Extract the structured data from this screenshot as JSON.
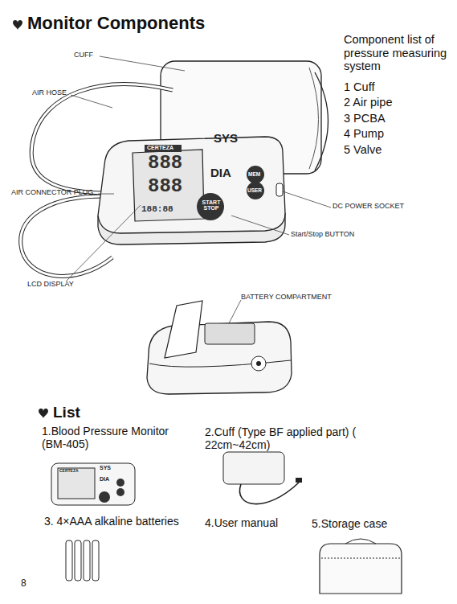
{
  "diagram": {
    "title": "Monitor Components",
    "labels": [
      "CUFF",
      "AIR HOSE",
      "AIR CONNECTOR PLUG",
      "LCD DISPLAY",
      "DC POWER SOCKET",
      "Start/Stop BUTTON",
      "BATTERY COMPARTMENT",
      "Component list of pressure measuring system",
      "1 Cuff",
      "2 Air pipe",
      "3 PCBA",
      "4 Pump",
      "5 Valve",
      "CERTEZA",
      "SYS",
      "DIA",
      "MEM",
      "USER",
      "START STOP",
      "888",
      "888",
      "188:88",
      "List",
      "1.Blood Pressure Monitor (BM-405)",
      "CERTEZA",
      "SYS",
      "DIA",
      "2.Cuff (Type BF applied part) ( 22cm~42cm)",
      "3. 4×AAA alkaline batteries",
      "4.User manual",
      "5.Storage case",
      "8"
    ]
  }
}
